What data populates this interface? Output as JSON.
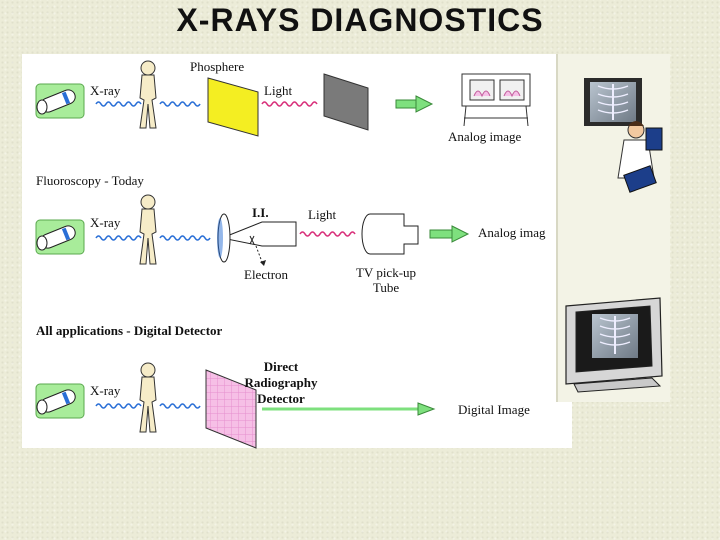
{
  "slide": {
    "title": "X-RAYS DIAGNOSTICS"
  },
  "rows": [
    {
      "heading": "",
      "source_label": "X-ray",
      "converter_label": "Phosphere",
      "signal_label": "Light",
      "output_label": "Analog image"
    },
    {
      "heading": "Fluoroscopy - Today",
      "source_label": "X-ray",
      "converter_label": "I.I.",
      "electron_label": "Electron",
      "signal_label": "Light",
      "pickup_label_line1": "TV pick-up",
      "pickup_label_line2": "Tube",
      "output_label": "Analog imag"
    },
    {
      "heading": "All applications - Digital Detector",
      "source_label": "X-ray",
      "converter_label_line1": "Direct",
      "converter_label_line2": "Radiography",
      "converter_label_line3": "Detector",
      "output_label": "Digital Image"
    }
  ],
  "colors": {
    "wave_blue": "#2a6fd6",
    "wave_magenta": "#d8307a",
    "phosphor_yellow": "#f4ee22",
    "arrow_green": "#7ee07e",
    "body_beige": "#f6ecc8",
    "tube_green": "#a8ec9a"
  }
}
